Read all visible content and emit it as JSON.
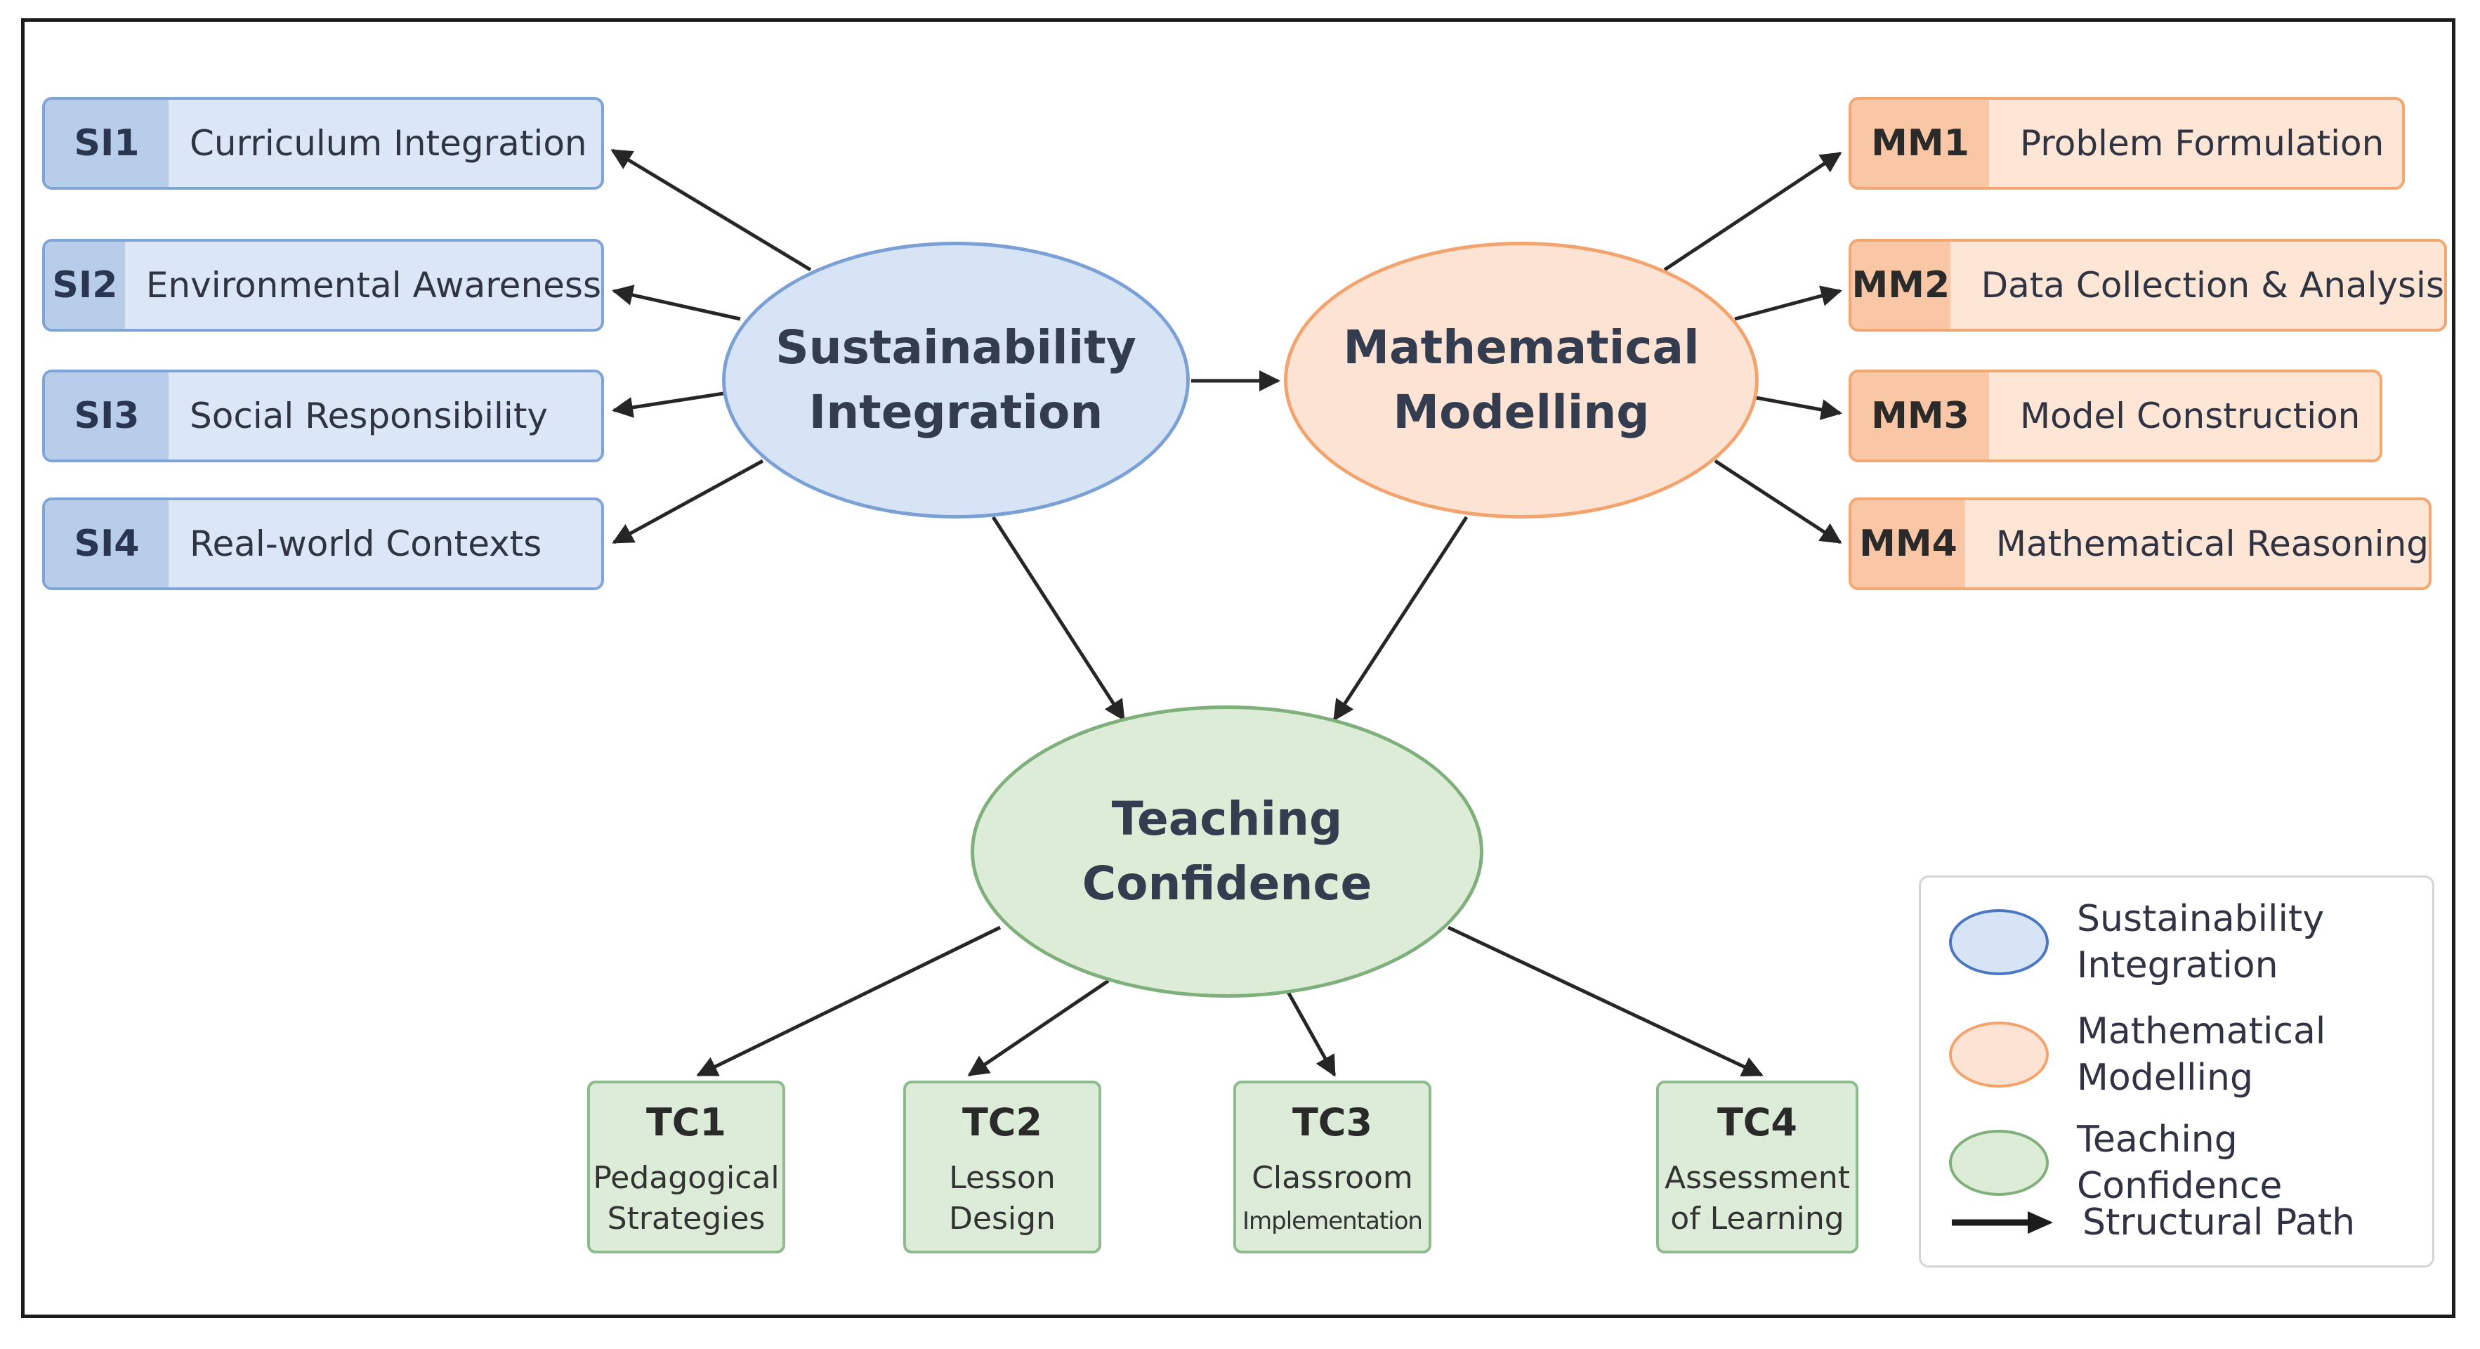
{
  "constructs": {
    "si": {
      "line1": "Sustainability",
      "line2": "Integration"
    },
    "mm": {
      "line1": "Mathematical",
      "line2": "Modelling"
    },
    "tc": {
      "line1": "Teaching",
      "line2": "Confidence"
    }
  },
  "si_indicators": [
    {
      "code": "SI1",
      "label": "Curriculum Integration"
    },
    {
      "code": "SI2",
      "label": "Environmental Awareness"
    },
    {
      "code": "SI3",
      "label": "Social Responsibility"
    },
    {
      "code": "SI4",
      "label": "Real-world Contexts"
    }
  ],
  "mm_indicators": [
    {
      "code": "MM1",
      "label": "Problem Formulation"
    },
    {
      "code": "MM2",
      "label": "Data Collection & Analysis"
    },
    {
      "code": "MM3",
      "label": "Model Construction"
    },
    {
      "code": "MM4",
      "label": "Mathematical Reasoning"
    }
  ],
  "tc_indicators": [
    {
      "code": "TC1",
      "line1": "Pedagogical",
      "line2": "Strategies"
    },
    {
      "code": "TC2",
      "line1": "Lesson",
      "line2": "Design"
    },
    {
      "code": "TC3",
      "line1": "Classroom",
      "line2": "Implementation"
    },
    {
      "code": "TC4",
      "line1": "Assessment",
      "line2": "of Learning"
    }
  ],
  "legend": {
    "si": {
      "line1": "Sustainability",
      "line2": "Integration"
    },
    "mm": {
      "line1": "Mathematical",
      "line2": "Modelling"
    },
    "tc": "Teaching Confidence",
    "path": "Structural Path"
  },
  "colors": {
    "si_fill": "#d6e4f5",
    "si_border": "#7aa0d6",
    "mm_fill": "#fde3d3",
    "mm_border": "#f3a36d",
    "tc_fill": "#dcecd7",
    "tc_border": "#7fb07c",
    "arrow": "#262626"
  }
}
